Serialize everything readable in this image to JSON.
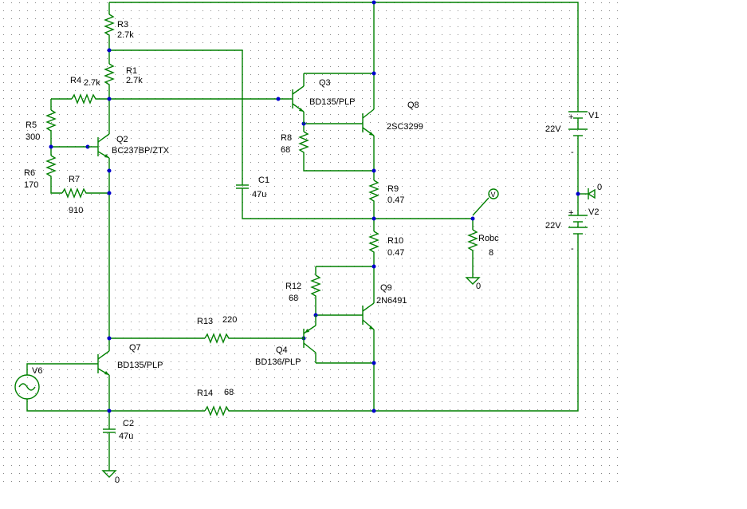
{
  "components": {
    "R3": {
      "name": "R3",
      "value": "2.7k"
    },
    "R1": {
      "name": "R1",
      "value": "2.7k"
    },
    "R4": {
      "name": "R4",
      "value": "2.7k"
    },
    "R5": {
      "name": "R5",
      "value": "300"
    },
    "R6": {
      "name": "R6",
      "value": "170"
    },
    "R7": {
      "name": "R7",
      "value": "910"
    },
    "R8": {
      "name": "R8",
      "value": "68"
    },
    "R9": {
      "name": "R9",
      "value": "0.47"
    },
    "R10": {
      "name": "R10",
      "value": "0.47"
    },
    "R12": {
      "name": "R12",
      "value": "68"
    },
    "R13": {
      "name": "R13",
      "value": "220"
    },
    "R14": {
      "name": "R14",
      "value": "68"
    },
    "Robc": {
      "name": "Robc",
      "value": "8"
    },
    "C1": {
      "name": "C1",
      "value": "47u"
    },
    "C2": {
      "name": "C2",
      "value": "47u"
    },
    "Q2": {
      "name": "Q2",
      "part": "BC237BP/ZTX"
    },
    "Q3": {
      "name": "Q3",
      "part": "BD135/PLP"
    },
    "Q4": {
      "name": "Q4",
      "part": "BD136/PLP"
    },
    "Q7": {
      "name": "Q7",
      "part": "BD135/PLP"
    },
    "Q8": {
      "name": "Q8",
      "part": "2SC3299"
    },
    "Q9": {
      "name": "Q9",
      "part": "2N6491"
    },
    "V1": {
      "name": "V1",
      "value": "22V"
    },
    "V2": {
      "name": "V2",
      "value": "22V"
    },
    "V6": {
      "name": "V6"
    }
  },
  "ground_labels": {
    "g1": "0",
    "g2": "0",
    "g3": "0"
  },
  "probe_label": "V",
  "polarity": {
    "plus": "+",
    "minus": "-"
  }
}
